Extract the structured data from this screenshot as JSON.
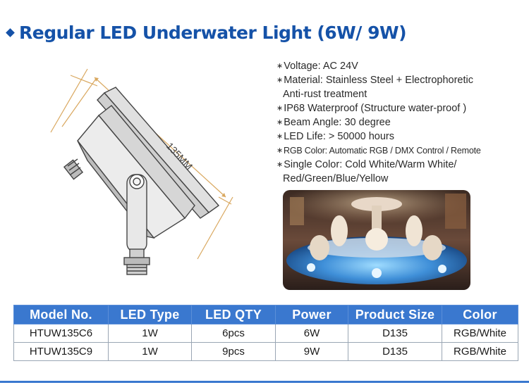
{
  "title": "Regular LED Underwater Light (6W/ 9W)",
  "diagram": {
    "dimension_label": "135MM"
  },
  "specs": [
    {
      "lines": [
        "Voltage:  AC 24V"
      ]
    },
    {
      "lines": [
        "Material: Stainless Steel + Electrophoretic",
        "Anti-rust treatment"
      ]
    },
    {
      "lines": [
        "IP68 Waterproof (Structure water-proof )"
      ]
    },
    {
      "lines": [
        "Beam Angle: 30 degree"
      ]
    },
    {
      "lines": [
        "LED Life: > 50000 hours"
      ]
    },
    {
      "lines": [
        "RGB  Color: Automatic RGB / DMX Control / Remote"
      ],
      "small": true
    },
    {
      "lines": [
        "Single Color: Cold White/Warm White/",
        "Red/Green/Blue/Yellow"
      ]
    }
  ],
  "spec_marker": "∗",
  "table": {
    "headers": [
      "Model No.",
      "LED Type",
      "LED QTY",
      "Power",
      "Product Size",
      "Color"
    ],
    "rows": [
      [
        "HTUW135C6",
        "1W",
        "6pcs",
        "6W",
        "D135",
        "RGB/White"
      ],
      [
        "HTUW135C9",
        "1W",
        "9pcs",
        "9W",
        "D135",
        "RGB/White"
      ]
    ]
  },
  "colors": {
    "title": "#1552a8",
    "table_header": "#3a78cf",
    "dimension_lines": "#d9a75e"
  }
}
